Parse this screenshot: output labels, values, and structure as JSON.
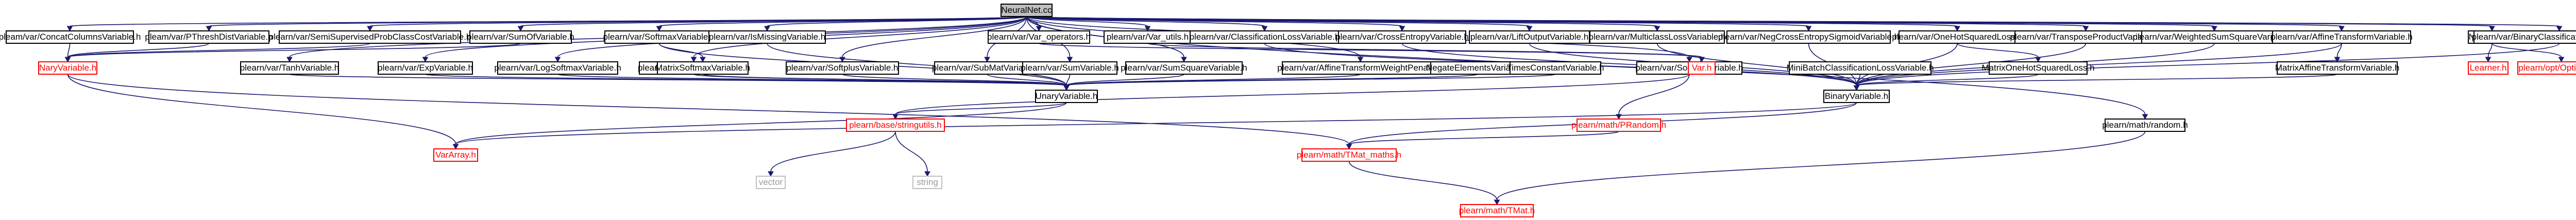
{
  "nodes": [
    {
      "id": "root",
      "label": "NeuralNet.cc",
      "style": "root"
    },
    {
      "id": "ConcatColumns",
      "label": "pleam/var/ConcatColumnsVariable.h",
      "style": "normal"
    },
    {
      "id": "ThreshDist",
      "label": "pleam/var/PThreshDistVariable.h",
      "style": "normal"
    },
    {
      "id": "SemiSup",
      "label": "plearn/var/SemiSupervisedProbClassCostVariable.h",
      "style": "normal"
    },
    {
      "id": "SumOf",
      "label": "plearn/var/SumOfVariable.h",
      "style": "normal"
    },
    {
      "id": "SoftmaxV",
      "label": "plearn/var/SoftmaxVariable.h",
      "style": "normal"
    },
    {
      "id": "IsMissing",
      "label": "plearn/var/IsMissingVariable.h",
      "style": "normal"
    },
    {
      "id": "VarOpsTop",
      "label": "plearn/var/Var_operators.h",
      "style": "normal"
    },
    {
      "id": "VarUtils",
      "label": "plearn/var/Var_utils.h",
      "style": "normal"
    },
    {
      "id": "ClassifLoss",
      "label": "plearn/var/ClassificationLossVariable.h",
      "style": "normal"
    },
    {
      "id": "CrossEnt",
      "label": "plearn/var/CrossEntropyVariable.h",
      "style": "normal"
    },
    {
      "id": "LiftOut",
      "label": "plearn/var/LiftOutputVariable.h",
      "style": "normal"
    },
    {
      "id": "Multiclass",
      "label": "plearn/var/MulticlassLossVariable.h",
      "style": "normal"
    },
    {
      "id": "NegCross",
      "label": "plearn/var/NegCrossEntropySigmoidVariable.h",
      "style": "normal"
    },
    {
      "id": "OneHotSq",
      "label": "plearn/var/OneHotSquaredLoss.h",
      "style": "normal"
    },
    {
      "id": "Transpose",
      "label": "plearn/var/TransposeProductVariable.h",
      "style": "normal"
    },
    {
      "id": "WeightedSum",
      "label": "plearn/var/WeightedSumSquareVariable.h",
      "style": "normal"
    },
    {
      "id": "AffineTrans",
      "label": "plearn/var/AffineTransformVariable.h",
      "style": "normal"
    },
    {
      "id": "NeuralNetH",
      "label": "NeuralNet.h",
      "style": "normal"
    },
    {
      "id": "BinaryClassif",
      "label": "plearn/var/BinaryClassificationLossVariable.h",
      "style": "normal"
    },
    {
      "id": "NaryV",
      "label": "NaryVariable.h",
      "style": "red"
    },
    {
      "id": "TanhV",
      "label": "plearn/var/TanhVariable.h",
      "style": "normal"
    },
    {
      "id": "ExpV",
      "label": "plearn/var/ExpVariable.h",
      "style": "normal"
    },
    {
      "id": "LogSoftmax",
      "label": "plearn/var/LogSoftmaxVariable.h",
      "style": "normal"
    },
    {
      "id": "Sigmoid",
      "label": "plearn/var/SigmoidVariable.h",
      "style": "normal"
    },
    {
      "id": "MatrixSoftmax",
      "label": "MatrixSoftmaxVariable.h",
      "style": "normal"
    },
    {
      "id": "Softplus",
      "label": "plearn/var/SoftplusVariable.h",
      "style": "normal"
    },
    {
      "id": "SubMat",
      "label": "plearn/var/SubMatVariable.h",
      "style": "normal"
    },
    {
      "id": "SumV",
      "label": "plearn/var/SumVariable.h",
      "style": "normal"
    },
    {
      "id": "SumSquare",
      "label": "plearn/var/SumSquareVariable.h",
      "style": "normal"
    },
    {
      "id": "AffineWeight",
      "label": "plearn/var/AffineTransformWeightPenalty.h",
      "style": "normal"
    },
    {
      "id": "NegateElem",
      "label": "NegateElementsVariable.h",
      "style": "normal"
    },
    {
      "id": "TimesConst",
      "label": "TimesConstantVariable.h",
      "style": "normal"
    },
    {
      "id": "SourceV",
      "label": "plearn/var/SourceVariable.h",
      "style": "normal"
    },
    {
      "id": "VarH",
      "label": "Var.h",
      "style": "red"
    },
    {
      "id": "MiniBatch",
      "label": "MiniBatchClassificationLossVariable.h",
      "style": "normal"
    },
    {
      "id": "MatrixOneHot",
      "label": "MatrixOneHotSquaredLoss.h",
      "style": "normal"
    },
    {
      "id": "MatrixAffine",
      "label": "MatrixAffineTransformVariable.h",
      "style": "normal"
    },
    {
      "id": "LearnerH",
      "label": "Learner.h",
      "style": "red"
    },
    {
      "id": "OptimizerH",
      "label": "plearn/opt/Optimizer.h",
      "style": "red"
    },
    {
      "id": "UnaryV",
      "label": "UnaryVariable.h",
      "style": "normal"
    },
    {
      "id": "BinaryV",
      "label": "BinaryVariable.h",
      "style": "normal"
    },
    {
      "id": "MathRandom",
      "label": "plearn/math/random.h",
      "style": "normal"
    },
    {
      "id": "PStringUtil",
      "label": "plearn/base/stringutils.h",
      "style": "red"
    },
    {
      "id": "PRandom",
      "label": "plearn/math/PRandom.h",
      "style": "red"
    },
    {
      "id": "VarArray",
      "label": "VarArray.h",
      "style": "red"
    },
    {
      "id": "TMatMaths",
      "label": "plearn/math/TMat_maths.h",
      "style": "red"
    },
    {
      "id": "Vector",
      "label": "vector",
      "style": "grey"
    },
    {
      "id": "String",
      "label": "string",
      "style": "grey"
    },
    {
      "id": "TMat",
      "label": "plearn/math/TMat.h",
      "style": "red"
    }
  ],
  "edges": [
    [
      "root",
      "ConcatColumns"
    ],
    [
      "root",
      "ThreshDist"
    ],
    [
      "root",
      "SemiSup"
    ],
    [
      "root",
      "SumOf"
    ],
    [
      "root",
      "SoftmaxV"
    ],
    [
      "root",
      "IsMissing"
    ],
    [
      "root",
      "VarOpsTop"
    ],
    [
      "root",
      "VarUtils"
    ],
    [
      "root",
      "ClassifLoss"
    ],
    [
      "root",
      "CrossEnt"
    ],
    [
      "root",
      "LiftOut"
    ],
    [
      "root",
      "Multiclass"
    ],
    [
      "root",
      "NegCross"
    ],
    [
      "root",
      "OneHotSq"
    ],
    [
      "root",
      "Transpose"
    ],
    [
      "root",
      "WeightedSum"
    ],
    [
      "root",
      "AffineTrans"
    ],
    [
      "root",
      "NeuralNetH"
    ],
    [
      "root",
      "BinaryClassif"
    ],
    [
      "root",
      "TanhV"
    ],
    [
      "root",
      "ExpV"
    ],
    [
      "root",
      "LogSoftmax"
    ],
    [
      "root",
      "Sigmoid"
    ],
    [
      "root",
      "Softplus"
    ],
    [
      "root",
      "SubMat"
    ],
    [
      "root",
      "SumV"
    ],
    [
      "root",
      "SumSquare"
    ],
    [
      "root",
      "AffineWeight"
    ],
    [
      "root",
      "SourceV"
    ],
    [
      "root",
      "MathRandom"
    ],
    [
      "ConcatColumns",
      "NaryV"
    ],
    [
      "ThreshDist",
      "NaryV"
    ],
    [
      "SemiSup",
      "NaryV"
    ],
    [
      "SumOf",
      "NaryV"
    ],
    [
      "NaryV",
      "VarArray"
    ],
    [
      "NaryV",
      "TMatMaths"
    ],
    [
      "SoftmaxV",
      "MatrixSoftmax"
    ],
    [
      "SoftmaxV",
      "UnaryV"
    ],
    [
      "IsMissing",
      "UnaryV"
    ],
    [
      "VarOpsTop",
      "VarH"
    ],
    [
      "VarUtils",
      "VarH"
    ],
    [
      "ClassifLoss",
      "BinaryV"
    ],
    [
      "CrossEnt",
      "BinaryV"
    ],
    [
      "LiftOut",
      "BinaryV"
    ],
    [
      "Multiclass",
      "BinaryV"
    ],
    [
      "NegCross",
      "BinaryV"
    ],
    [
      "OneHotSq",
      "MatrixOneHot"
    ],
    [
      "OneHotSq",
      "BinaryV"
    ],
    [
      "Transpose",
      "BinaryV"
    ],
    [
      "WeightedSum",
      "BinaryV"
    ],
    [
      "AffineTrans",
      "MatrixAffine"
    ],
    [
      "AffineTrans",
      "BinaryV"
    ],
    [
      "NeuralNetH",
      "LearnerH"
    ],
    [
      "NeuralNetH",
      "OptimizerH"
    ],
    [
      "BinaryClassif",
      "BinaryV"
    ],
    [
      "TanhV",
      "UnaryV"
    ],
    [
      "ExpV",
      "UnaryV"
    ],
    [
      "LogSoftmax",
      "UnaryV"
    ],
    [
      "Sigmoid",
      "UnaryV"
    ],
    [
      "MatrixSoftmax",
      "UnaryV"
    ],
    [
      "Softplus",
      "UnaryV"
    ],
    [
      "SubMat",
      "UnaryV"
    ],
    [
      "SumV",
      "UnaryV"
    ],
    [
      "SumSquare",
      "UnaryV"
    ],
    [
      "AffineWeight",
      "UnaryV"
    ],
    [
      "NegateElem",
      "UnaryV"
    ],
    [
      "TimesConst",
      "UnaryV"
    ],
    [
      "SourceV",
      "VarH"
    ],
    [
      "SourceV",
      "PStringUtil"
    ],
    [
      "SourceV",
      "PRandom"
    ],
    [
      "MiniBatch",
      "BinaryV"
    ],
    [
      "MatrixOneHot",
      "BinaryV"
    ],
    [
      "MatrixAffine",
      "BinaryV"
    ],
    [
      "UnaryV",
      "VarArray"
    ],
    [
      "UnaryV",
      "PStringUtil"
    ],
    [
      "BinaryV",
      "VarArray"
    ],
    [
      "BinaryV",
      "TMatMaths"
    ],
    [
      "MathRandom",
      "TMat"
    ],
    [
      "PStringUtil",
      "Vector"
    ],
    [
      "PStringUtil",
      "String"
    ],
    [
      "PRandom",
      "TMatMaths"
    ],
    [
      "TMatMaths",
      "TMat"
    ]
  ]
}
